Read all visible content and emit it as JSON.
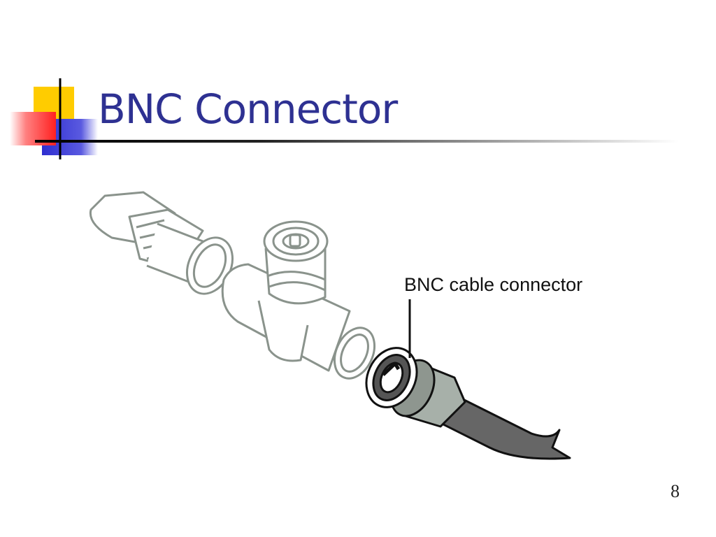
{
  "slide": {
    "title": "BNC Connector",
    "number": "8"
  },
  "illustration": {
    "callout_label": "BNC cable connector"
  },
  "colors": {
    "title_color": "#2e3192",
    "logo_yellow": "#ffcc00",
    "logo_red": "#ff3333",
    "logo_blue": "#3333cc",
    "line_art_gray": "#8a938c",
    "cable_dark": "#555555"
  }
}
